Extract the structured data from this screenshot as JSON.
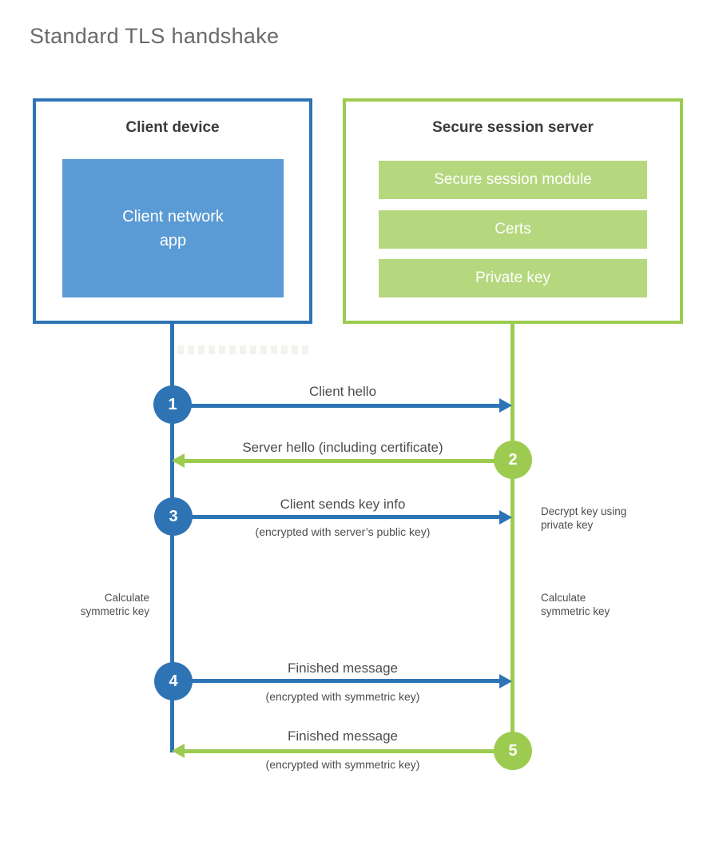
{
  "title": "Standard TLS handshake",
  "colors": {
    "blue": "#2E74B5",
    "light_blue": "#5B9BD5",
    "green": "#9CCB50",
    "light_green": "#B5D87E"
  },
  "client_box": {
    "title": "Client device",
    "app_lines": [
      "Client network",
      "app"
    ]
  },
  "server_box": {
    "title": "Secure session server",
    "modules": [
      "Secure session module",
      "Certs",
      "Private key"
    ]
  },
  "steps": [
    {
      "number": "1",
      "label": "Client hello",
      "sublabel": ""
    },
    {
      "number": "2",
      "label": "Server hello (including certificate)",
      "sublabel": ""
    },
    {
      "number": "3",
      "label": "Client sends key info",
      "sublabel": "(encrypted with server’s public key)"
    },
    {
      "number": "4",
      "label": "Finished message",
      "sublabel": "(encrypted with symmetric key)"
    },
    {
      "number": "5",
      "label": "Finished message",
      "sublabel": "(encrypted with symmetric key)"
    }
  ],
  "annotations": {
    "decrypt_lines": [
      "Decrypt key using",
      "private key"
    ],
    "calc_left_lines": [
      "Calculate",
      "symmetric key"
    ],
    "calc_right_lines": [
      "Calculate",
      "symmetric key"
    ]
  }
}
